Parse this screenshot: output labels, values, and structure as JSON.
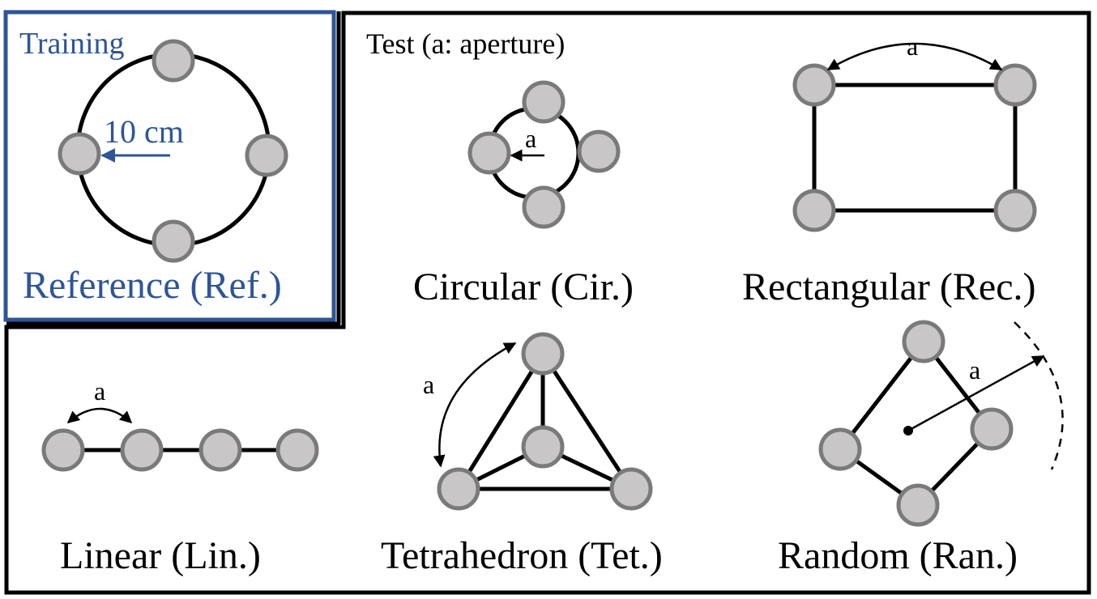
{
  "training": {
    "label": "Training",
    "radius_label": "10 cm",
    "caption": "Reference (Ref.)"
  },
  "test": {
    "label": "Test (a: aperture)",
    "aperture_symbol": "a",
    "arrays": {
      "circular": "Circular (Cir.)",
      "rectangular": "Rectangular (Rec.)",
      "linear": "Linear (Lin.)",
      "tetrahedron": "Tetrahedron (Tet.)",
      "random": "Random (Ran.)"
    }
  },
  "colors": {
    "training_accent": "#2e5597",
    "node_fill": "#c8c6c7",
    "node_stroke": "#7a7a7a",
    "frame": "#000000"
  }
}
